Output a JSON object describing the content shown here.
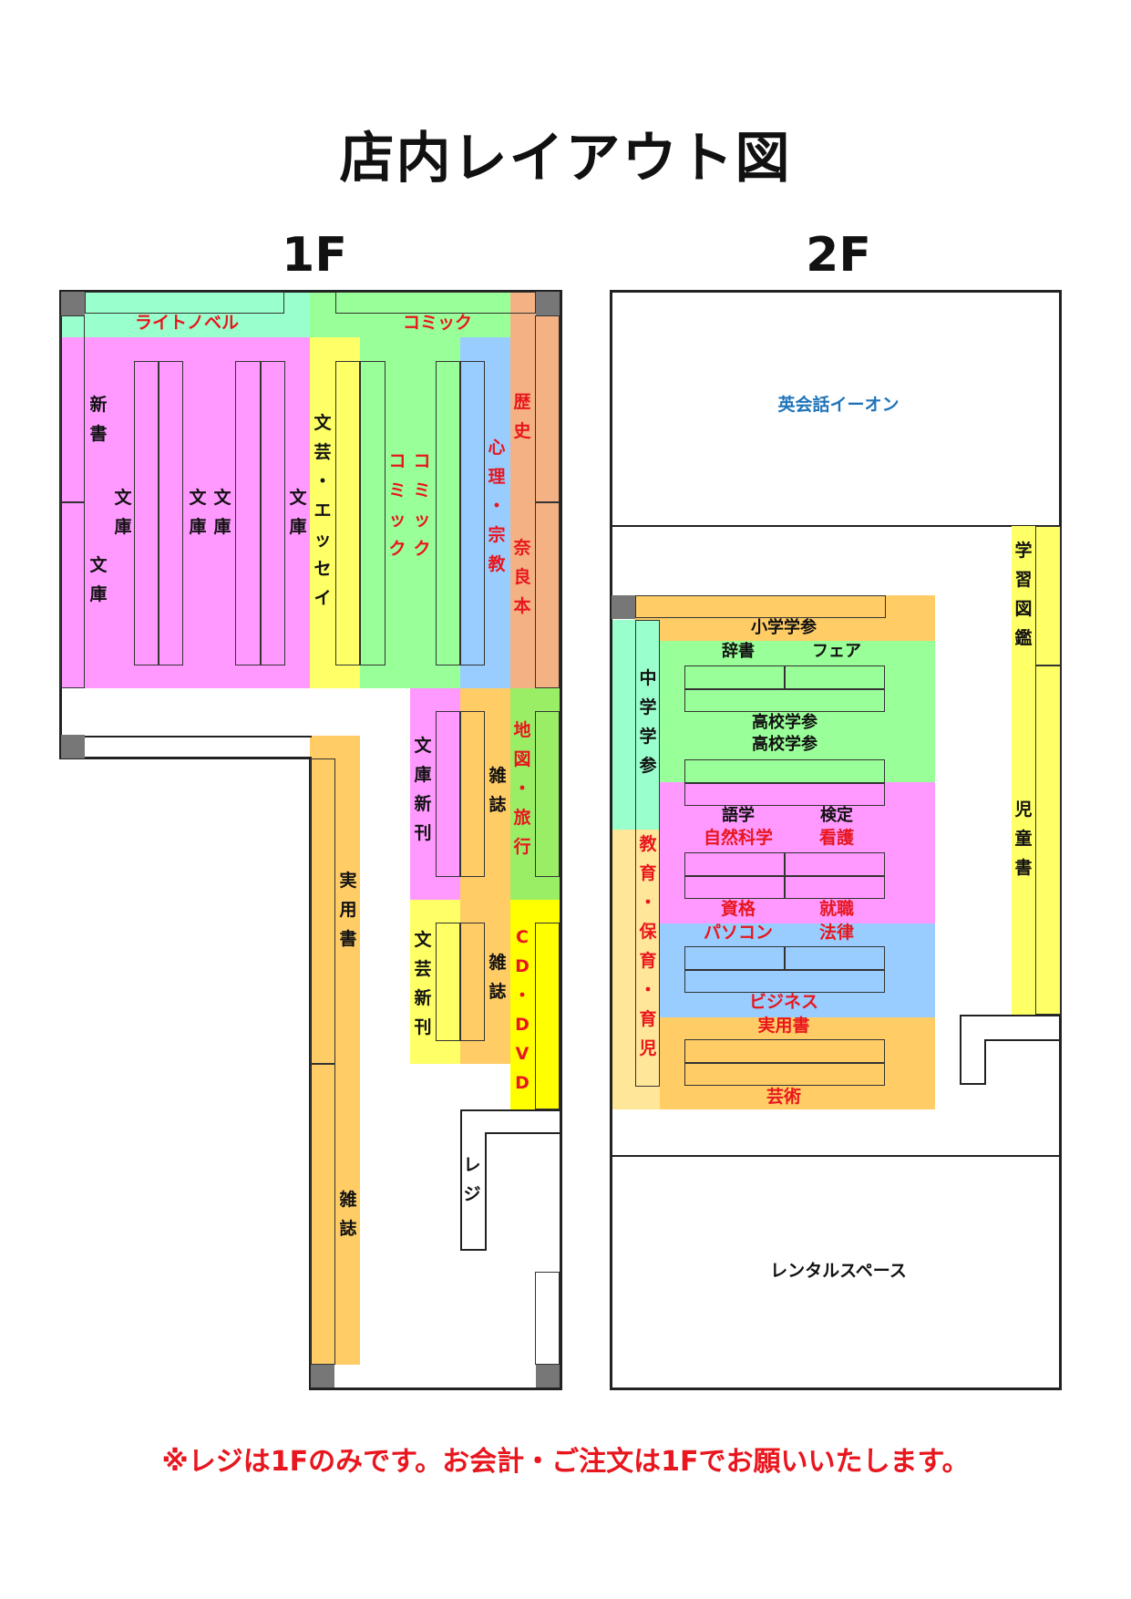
{
  "title": "店内レイアウト図",
  "floors": {
    "f1": "1F",
    "f2": "2F"
  },
  "notice": "※レジは1Fのみです。お会計・ご注文は1Fでお願いいたします。",
  "f1_labels": {
    "light_novel": "ライトノベル",
    "comic_top": "コミック",
    "shinsho": "新書",
    "bunko_left": "文庫",
    "bunko_a": "文庫",
    "bunko_b": "文庫",
    "bunko_c": "文庫",
    "bunko_d": "文庫",
    "bungei_essay": "文芸・エッセイ",
    "comic_a": "コミック",
    "comic_b": "コミック",
    "shinri_shukyo": "心理・宗教",
    "rekishi": "歴史",
    "nara_hon": "奈良本",
    "bunko_shinkan": "文庫新刊",
    "zasshi_a": "雑誌",
    "chizu_ryoko": "地図・旅行",
    "bungei_shinkan": "文芸新刊",
    "zasshi_b": "雑誌",
    "cd_dvd": "CD・DVD",
    "jitsuyosho": "実用書",
    "zasshi_c": "雑誌",
    "reji": "レジ"
  },
  "f2_labels": {
    "eikaiwa": "英会話イーオン",
    "gakushu_zukan": "学習図鑑",
    "jidosho": "児童書",
    "shogaku_gakusan": "小学学参",
    "jisho": "辞書",
    "fair": "フェア",
    "chugaku_gakusan": "中学学参",
    "koko_gakusan_1": "高校学参",
    "koko_gakusan_2": "高校学参",
    "gogaku": "語学",
    "kentei": "検定",
    "shizen_kagaku": "自然科学",
    "kango": "看護",
    "kyoiku_hoiku_ikuji": "教育・保育・育児",
    "shikaku": "資格",
    "shushoku": "就職",
    "pasokon": "パソコン",
    "horitsu": "法律",
    "business": "ビジネス",
    "jitsuyosho": "実用書",
    "geijutsu": "芸術",
    "rental_space": "レンタルスペース"
  },
  "zone_colors": {
    "pink": "#ff99ff",
    "mint": "#99ffcc",
    "green": "#99ff99",
    "yellow": "#ffff66",
    "blue": "#99ccff",
    "salmon": "#f4b183",
    "orange": "#ffcc66",
    "lime": "#99ee66",
    "bright_yellow": "#ffff00",
    "light_orange": "#ffe699"
  }
}
